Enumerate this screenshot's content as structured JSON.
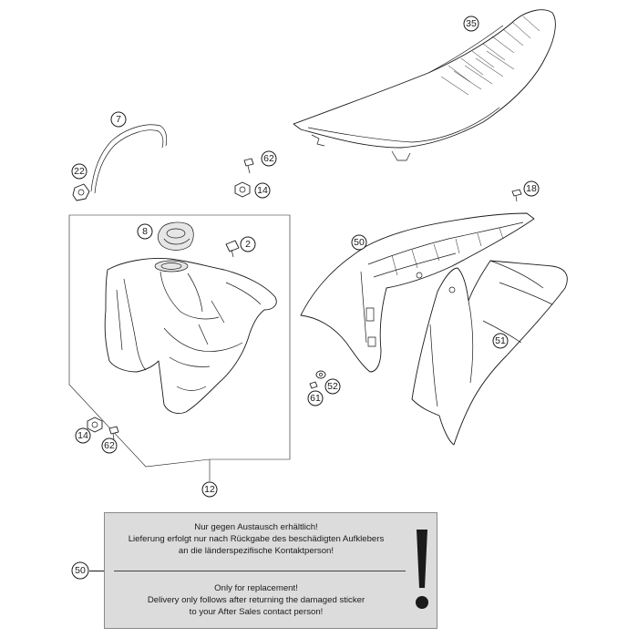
{
  "callouts": {
    "seat": "35",
    "fuel_hose": "7",
    "hose_elbow": "22",
    "screw_top": "62",
    "nut_top": "14",
    "screw_right": "18",
    "filler_cap": "8",
    "bolt_tank": "2",
    "spoiler_left": "50",
    "spoiler_right": "51",
    "nut_bottom": "14",
    "screw_bottom": "62",
    "washer": "52",
    "screw_spoiler": "61",
    "tank_assembly": "12",
    "sticker": "50"
  },
  "notice": {
    "de_line1": "Nur gegen Austausch erhältlich!",
    "de_line2": "Lieferung erfolgt nur nach Rückgabe des beschädigten Aufklebers",
    "de_line3": "an die länderspezifische Kontaktperson!",
    "en_line1": "Only for replacement!",
    "en_line2": "Delivery only follows after returning the damaged sticker",
    "en_line3": "to your After Sales contact person!",
    "symbol": "!"
  }
}
